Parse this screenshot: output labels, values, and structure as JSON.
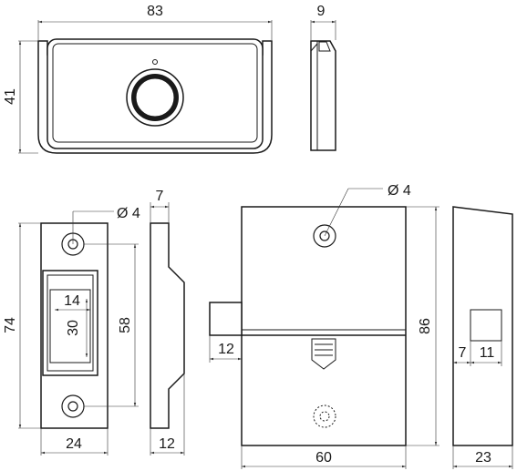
{
  "dimensions": {
    "handle_width": "83",
    "handle_height": "41",
    "handle_side_width": "9",
    "strike_hole_diameter": "Ø 4",
    "strike_side_width": "7",
    "strike_height": "74",
    "strike_inner_width": "14",
    "strike_inner_height": "30",
    "strike_hole_spacing": "58",
    "strike_width": "24",
    "strike_side_depth": "12",
    "lock_hole_diameter": "Ø 4",
    "lock_bolt_projection": "12",
    "lock_width": "60",
    "lock_height": "86",
    "lock_side_offset": "7",
    "lock_side_slot": "11",
    "lock_side_depth": "23"
  }
}
